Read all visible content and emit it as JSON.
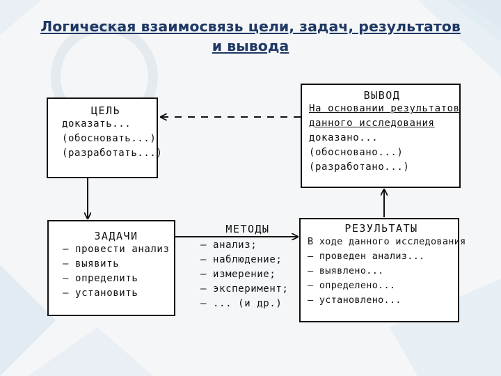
{
  "title": {
    "line1": "Логическая взаимосвязь цели, задач, результатов",
    "line2": "и вывода"
  },
  "goal": {
    "header": "ЦЕЛЬ",
    "lines": [
      "доказать...",
      "(обосновать...)",
      "(разработать...)"
    ]
  },
  "tasks": {
    "header": "ЗАДАЧИ",
    "lines": [
      "— провести анализ",
      "— выявить",
      "— определить",
      "— установить"
    ]
  },
  "methods": {
    "header": "МЕТОДЫ",
    "lines": [
      "— анализ;",
      "— наблюдение;",
      "— измерение;",
      "— эксперимент;",
      "— ... (и др.)"
    ]
  },
  "results": {
    "header": "РЕЗУЛЬТАТЫ",
    "lines": [
      "В ходе данного исследования",
      "— проведен анализ...",
      "— выявлено...",
      "— определено...",
      "— установлено..."
    ]
  },
  "conclusion": {
    "header": "ВЫВОД",
    "lines": [
      "На основании результатов",
      " данного исследования",
      "доказано...",
      "(обосновано...)",
      "(разработано...)"
    ]
  },
  "colors": {
    "title": "#1f3864",
    "border": "#111111"
  }
}
